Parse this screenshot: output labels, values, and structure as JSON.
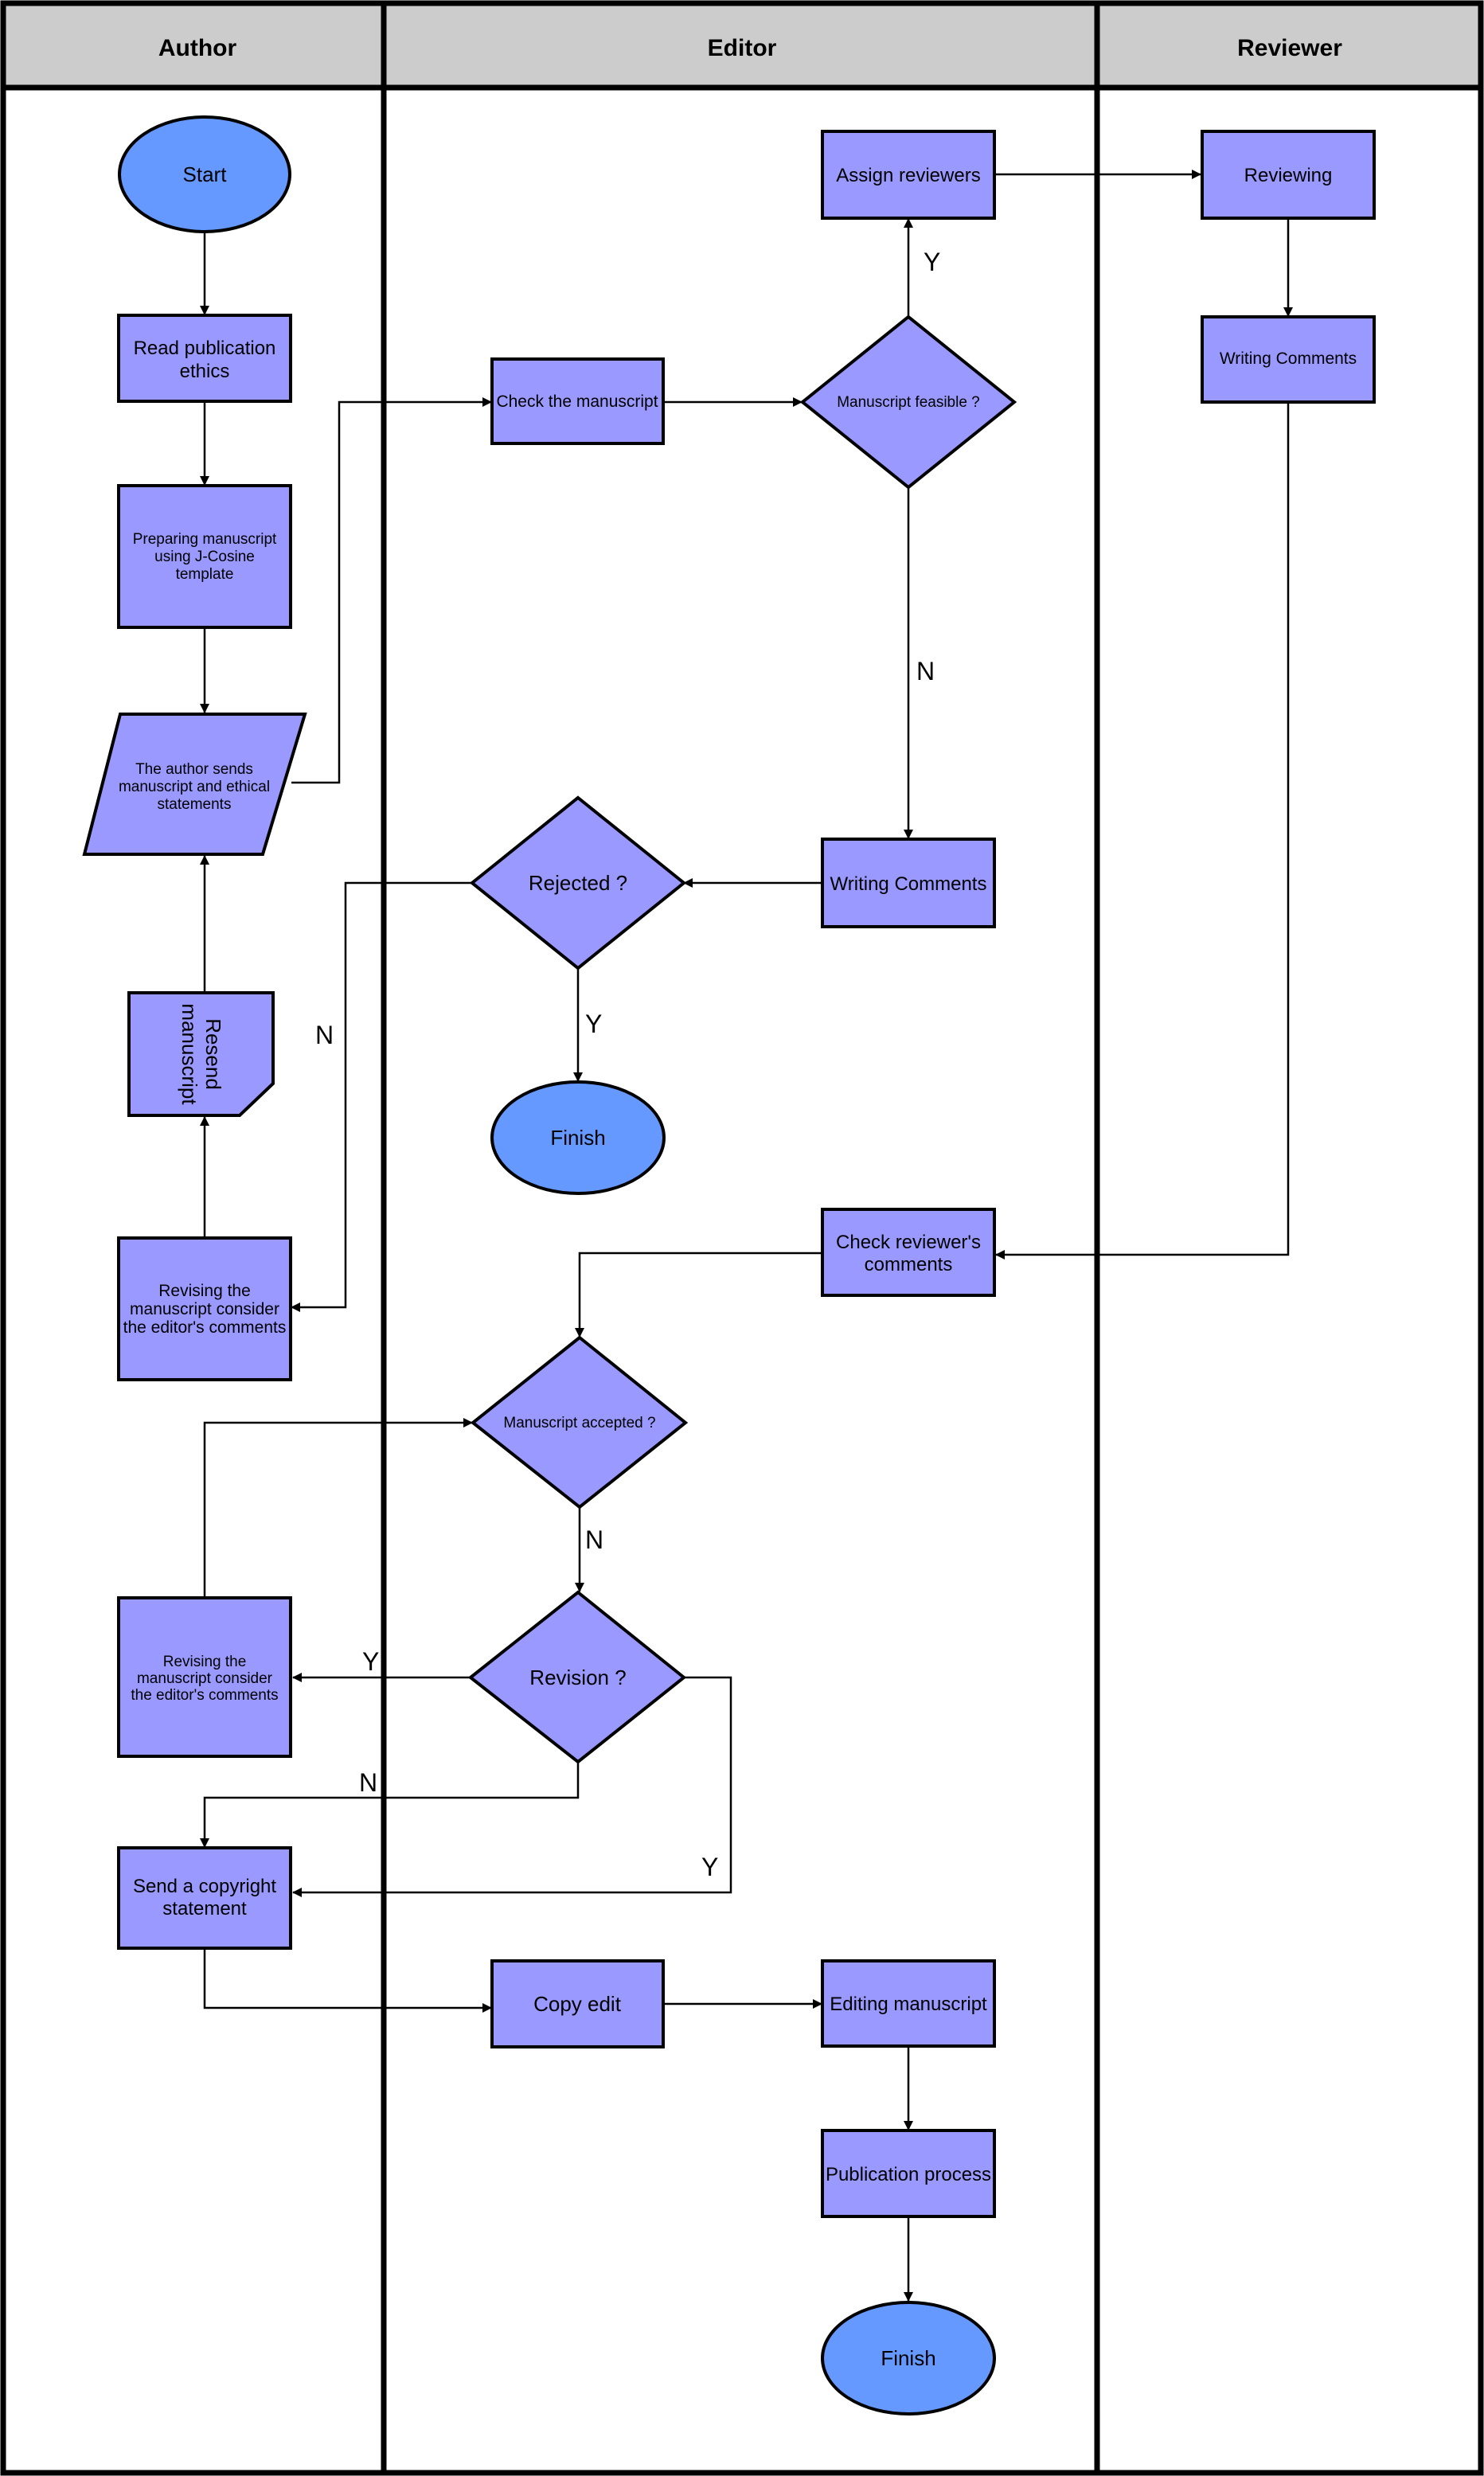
{
  "colors": {
    "process_fill": "#9999ff",
    "terminal_fill": "#6699ff",
    "header_fill": "#cccccc",
    "line": "#000000"
  },
  "lanes": {
    "author": "Author",
    "editor": "Editor",
    "reviewer": "Reviewer"
  },
  "nodes": {
    "start": "Start",
    "read_ethics": [
      "Read publication",
      "ethics"
    ],
    "prepare_manuscript": [
      "Preparing manuscript",
      "using J-Cosine",
      "template"
    ],
    "author_sends": [
      "The author sends",
      "manuscript and ethical",
      "statements"
    ],
    "resend_manuscript": [
      "Resend",
      "manuscript"
    ],
    "revising_1": [
      "Revising the",
      "manuscript consider",
      "the editor's comments"
    ],
    "check_manuscript": "Check the manuscript",
    "manuscript_feasible": "Manuscript feasible ?",
    "assign_reviewers": "Assign reviewers",
    "editor_writing_comments": "Writing Comments",
    "rejected": "Rejected ?",
    "finish_1": "Finish",
    "check_reviewer_comments": [
      "Check reviewer's",
      "comments"
    ],
    "manuscript_accepted": "Manuscript accepted ?",
    "revision": "Revision ?",
    "revising_2": [
      "Revising the",
      "manuscript consider",
      "the editor's comments"
    ],
    "send_copyright": [
      "Send a copyright",
      "statement"
    ],
    "copy_edit": "Copy edit",
    "editing_manuscript": "Editing manuscript",
    "publication_process": "Publication process",
    "finish_2": "Finish",
    "reviewing": "Reviewing",
    "reviewer_writing_comments": "Writing Comments"
  },
  "edge_labels": {
    "feasible_yes": "Y",
    "feasible_no": "N",
    "rejected_yes": "Y",
    "rejected_no": "N",
    "accepted_no": "N",
    "revision_yes_left": "Y",
    "revision_no": "N",
    "revision_yes_right": "Y"
  }
}
